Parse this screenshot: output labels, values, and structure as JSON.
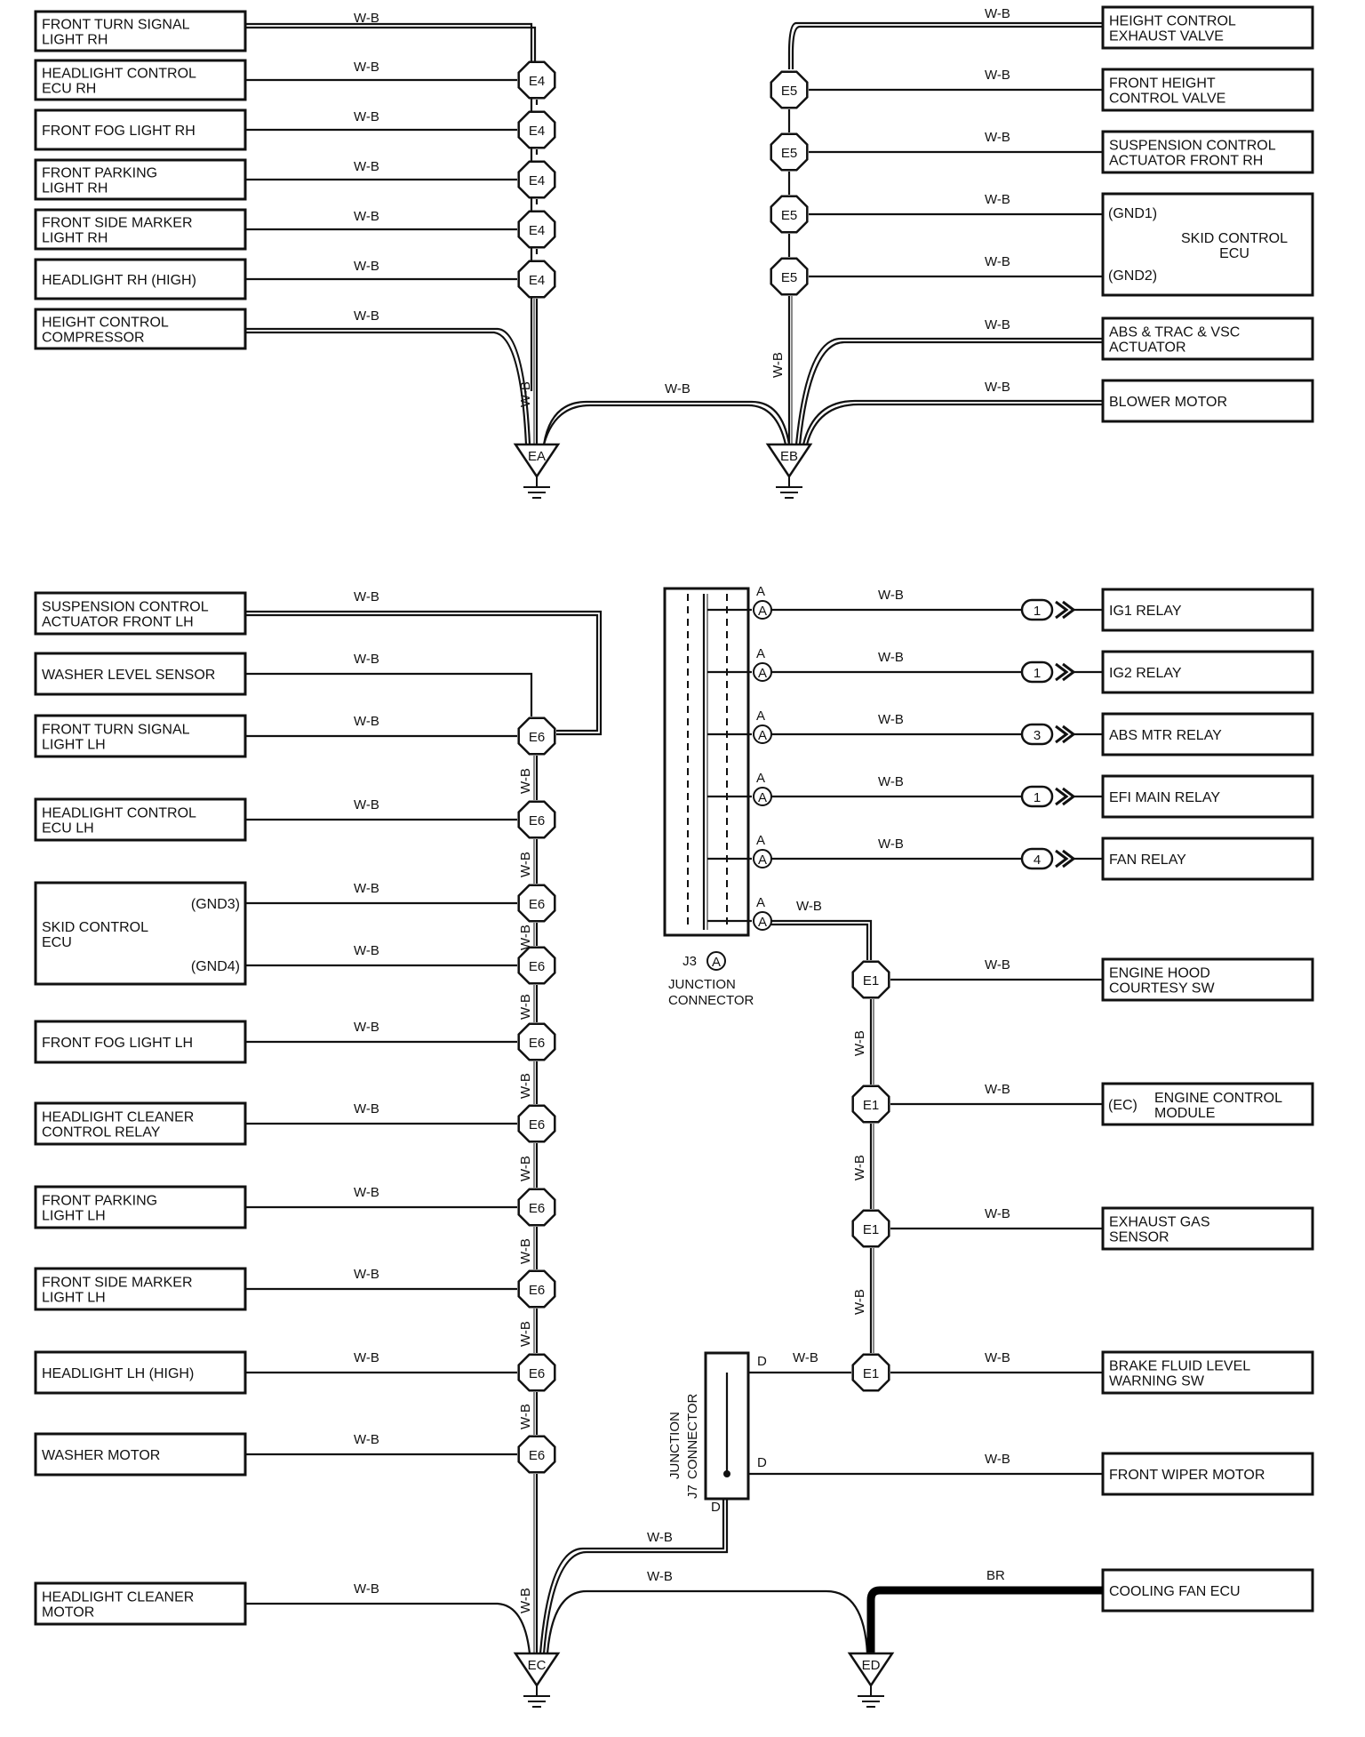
{
  "wire_color_label": "W-B",
  "wire_color_br": "BR",
  "grounds": [
    "EA",
    "EB",
    "EC",
    "ED"
  ],
  "top_left_components": [
    [
      "FRONT TURN SIGNAL",
      "LIGHT RH"
    ],
    [
      "HEADLIGHT CONTROL",
      "ECU RH"
    ],
    [
      "FRONT FOG LIGHT RH"
    ],
    [
      "FRONT PARKING",
      "LIGHT RH"
    ],
    [
      "FRONT SIDE MARKER",
      "LIGHT RH"
    ],
    [
      "HEADLIGHT RH (HIGH)"
    ],
    [
      "HEIGHT CONTROL",
      "COMPRESSOR"
    ]
  ],
  "top_left_connector": "E4",
  "top_right_components": [
    [
      "HEIGHT CONTROL",
      "EXHAUST VALVE"
    ],
    [
      "FRONT HEIGHT",
      "CONTROL VALVE"
    ],
    [
      "SUSPENSION CONTROL",
      "ACTUATOR FRONT RH"
    ],
    [
      "ABS & TRAC & VSC",
      "ACTUATOR"
    ],
    [
      "BLOWER MOTOR"
    ]
  ],
  "skid_ecu_rh": {
    "name": [
      "SKID CONTROL",
      "ECU"
    ],
    "pins": [
      "(GND1)",
      "(GND2)"
    ]
  },
  "top_right_connector": "E5",
  "bottom_left_components": [
    [
      "SUSPENSION CONTROL",
      "ACTUATOR FRONT LH"
    ],
    [
      "WASHER LEVEL SENSOR"
    ],
    [
      "FRONT TURN SIGNAL",
      "LIGHT LH"
    ],
    [
      "HEADLIGHT CONTROL",
      "ECU LH"
    ],
    [
      "FRONT FOG LIGHT LH"
    ],
    [
      "HEADLIGHT CLEANER",
      "CONTROL RELAY"
    ],
    [
      "FRONT PARKING",
      "LIGHT LH"
    ],
    [
      "FRONT SIDE MARKER",
      "LIGHT LH"
    ],
    [
      "HEADLIGHT LH (HIGH)"
    ],
    [
      "WASHER MOTOR"
    ],
    [
      "HEADLIGHT CLEANER",
      "MOTOR"
    ]
  ],
  "skid_ecu_lh": {
    "name": [
      "SKID CONTROL",
      "ECU"
    ],
    "pins": [
      "(GND3)",
      "(GND4)"
    ]
  },
  "bottom_left_connector": "E6",
  "relays": [
    {
      "name": "IG1 RELAY",
      "pin": "1"
    },
    {
      "name": "IG2 RELAY",
      "pin": "1"
    },
    {
      "name": "ABS MTR RELAY",
      "pin": "3"
    },
    {
      "name": "EFI MAIN RELAY",
      "pin": "1"
    },
    {
      "name": "FAN RELAY",
      "pin": "4"
    }
  ],
  "junction_j3": {
    "id": "J3",
    "pin": "A",
    "label": [
      "JUNCTION",
      "CONNECTOR"
    ]
  },
  "junction_j7": {
    "id": "J7",
    "pin": "D",
    "label": [
      "JUNCTION",
      "CONNECTOR"
    ]
  },
  "bottom_right_components": [
    [
      "ENGINE HOOD",
      "COURTESY SW"
    ],
    [
      "ENGINE CONTROL",
      "MODULE"
    ],
    [
      "EXHAUST GAS",
      "SENSOR"
    ],
    [
      "BRAKE FLUID LEVEL",
      "WARNING SW"
    ],
    [
      "FRONT WIPER MOTOR"
    ],
    [
      "COOLING FAN ECU"
    ]
  ],
  "ecm_pin": "(EC)",
  "bottom_right_connector": "E1"
}
